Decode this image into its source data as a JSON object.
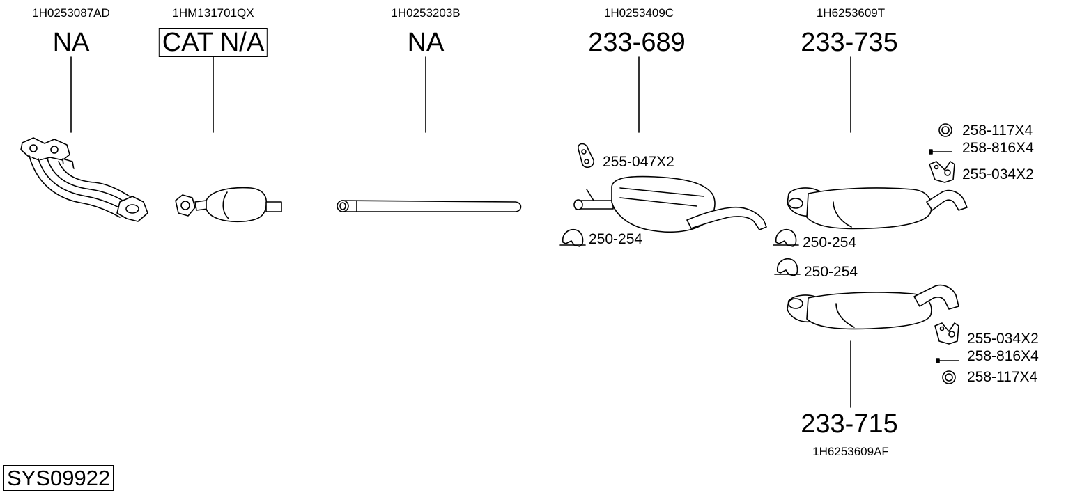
{
  "diagram": {
    "system_id": "SYS09922",
    "parts": [
      {
        "oe_code": "1H0253087AD",
        "part_number": "NA",
        "icon": "exhaust-manifold-icon"
      },
      {
        "oe_code": "1HM131701QX",
        "part_number": "CAT N/A",
        "icon": "catalytic-converter-icon"
      },
      {
        "oe_code": "1H0253203B",
        "part_number": "NA",
        "icon": "straight-pipe-icon"
      },
      {
        "oe_code": "1H0253409C",
        "part_number": "233-689",
        "icon": "front-silencer-icon"
      },
      {
        "oe_code": "1H6253609T",
        "part_number": "233-735",
        "icon": "rear-silencer-icon"
      },
      {
        "oe_code": "1H6253609AF",
        "part_number": "233-715",
        "icon": "rear-silencer-alt-icon"
      }
    ],
    "accessories": [
      {
        "label": "255-047X2",
        "icon": "rubber-hanger-icon"
      },
      {
        "label": "250-254",
        "icon": "pipe-clamp-icon"
      },
      {
        "label": "250-254",
        "icon": "pipe-clamp-icon"
      },
      {
        "label": "250-254",
        "icon": "pipe-clamp-icon"
      },
      {
        "label": "258-117X4",
        "icon": "ring-gasket-icon"
      },
      {
        "label": "258-816X4",
        "icon": "bolt-icon"
      },
      {
        "label": "255-034X2",
        "icon": "mounting-bracket-icon"
      },
      {
        "label": "255-034X2",
        "icon": "mounting-bracket-icon"
      },
      {
        "label": "258-816X4",
        "icon": "bolt-icon"
      },
      {
        "label": "258-117X4",
        "icon": "ring-gasket-icon"
      }
    ]
  }
}
